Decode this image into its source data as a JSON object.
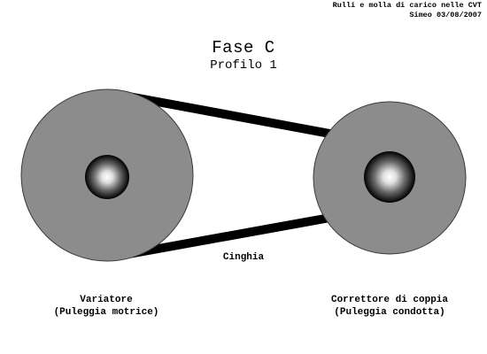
{
  "header": {
    "line1": "Rulli e molla di carico nelle CVT",
    "line2": "Simeo 03/08/2007"
  },
  "title": "Fase C",
  "subtitle": "Profilo 1",
  "labels": {
    "belt": "Cinghia",
    "driving_pulley": {
      "line1": "Variatore",
      "line2": "(Puleggia motrice)"
    },
    "driven_pulley": {
      "line1": "Correttore di coppia",
      "line2": "(Puleggia condotta)"
    }
  },
  "colors": {
    "pulley_fill": "#8c8c8c",
    "pulley_stroke": "#3a3a3a",
    "belt": "#000000",
    "hub_highlight": "#ffffff",
    "hub_shadow": "#000000"
  }
}
